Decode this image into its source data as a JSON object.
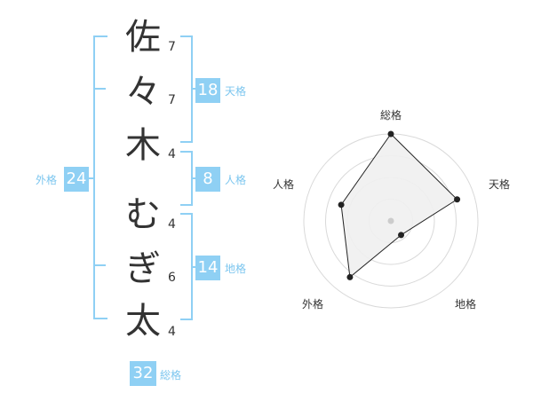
{
  "name_chars": [
    {
      "char": "佐",
      "strokes": "7"
    },
    {
      "char": "々",
      "strokes": "7"
    },
    {
      "char": "木",
      "strokes": "4"
    },
    {
      "char": "む",
      "strokes": "4"
    },
    {
      "char": "ぎ",
      "strokes": "6"
    },
    {
      "char": "太",
      "strokes": "4"
    }
  ],
  "fortune": {
    "tenkaku": {
      "value": "18",
      "label": "天格"
    },
    "jinkaku": {
      "value": "8",
      "label": "人格"
    },
    "chikaku": {
      "value": "14",
      "label": "地格"
    },
    "gaikaku": {
      "value": "24",
      "label": "外格"
    },
    "soukaku": {
      "value": "32",
      "label": "総格"
    }
  },
  "chart_data": {
    "type": "radar",
    "axes": [
      "総格",
      "天格",
      "地格",
      "外格",
      "人格"
    ],
    "values": [
      5,
      4,
      1,
      4,
      3
    ],
    "max": 5,
    "rings": 4,
    "colors": {
      "fill": "#efefef",
      "stroke": "#222222",
      "grid": "#d9d9d9",
      "center": "#cccccc"
    }
  },
  "colors": {
    "accent": "#8fd0f4",
    "accent_text": "#7cc6ef"
  }
}
